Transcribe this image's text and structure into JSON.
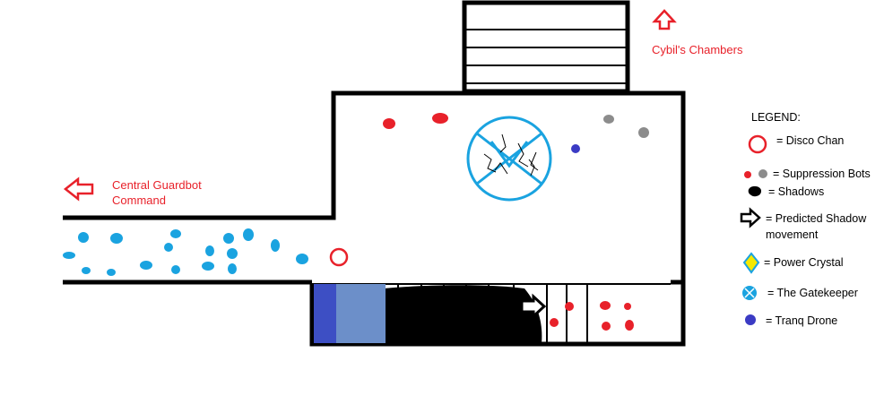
{
  "labels": {
    "cybil": "Cybil's Chambers",
    "guardbot_line1": "Central Guardbot",
    "guardbot_line2": "Command"
  },
  "legend": {
    "title": "LEGEND:",
    "items": [
      {
        "key": "disco",
        "text": "= Disco Chan"
      },
      {
        "key": "bots",
        "text": "= Suppression Bots"
      },
      {
        "key": "shadows",
        "text": "= Shadows"
      },
      {
        "key": "predicted_line1",
        "text": "= Predicted Shadow"
      },
      {
        "key": "predicted_line2",
        "text": "movement"
      },
      {
        "key": "crystal",
        "text": "= Power Crystal"
      },
      {
        "key": "gatekeeper",
        "text": "= The Gatekeeper"
      },
      {
        "key": "drone",
        "text": "= Tranq Drone"
      }
    ]
  },
  "colors": {
    "red": "#e8212a",
    "cyan": "#1aa3e0",
    "gray": "#8c8c8c",
    "drone": "#3b3bc4",
    "crystal_fill": "#f5e800",
    "crystal_edge": "#1aa3e0",
    "blue_block": "#6c8fc9",
    "blue_dark": "#3d4fc4"
  },
  "icons": [
    "up-arrow-icon",
    "left-arrow-icon",
    "right-arrow-icon",
    "gatekeeper-icon",
    "power-crystal-icon",
    "shadow-blob-icon"
  ]
}
